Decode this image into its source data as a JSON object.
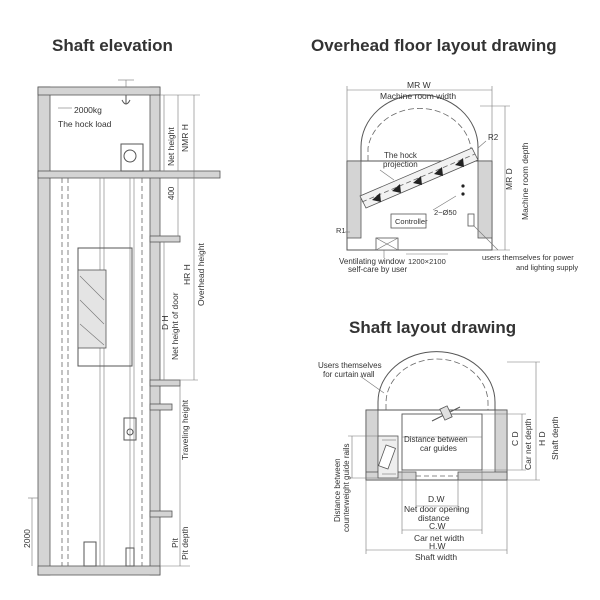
{
  "titles": {
    "elevation": "Shaft elevation",
    "overhead": "Overhead floor layout drawing",
    "shaft_layout": "Shaft layout drawing"
  },
  "elevation": {
    "hook_load_value": "2000kg",
    "hook_load_label": "The hock load",
    "net_height": "Net height",
    "nmr_h": "NMR H",
    "dim_400": "400",
    "hr_h": "HR H",
    "overhead_height": "Overhead height",
    "d_h": "D H",
    "net_height_of_door": "Net height of door",
    "traveling_height": "Traveling height",
    "pit": "Pit",
    "pit_depth": "Pit depth",
    "dim_2000": "2000"
  },
  "overhead": {
    "mr_w": "MR W",
    "machine_room_width": "Machine room width",
    "r2": "R2",
    "mr_d": "MR D",
    "machine_room_depth": "Machine room depth",
    "hook_projection_1": "The hock",
    "hook_projection_2": "projection",
    "hole_label": "2−Ø50",
    "controller": "Controller",
    "r1": "R1",
    "window_size": "1200×2100",
    "ventilating_1": "Ventilating window",
    "ventilating_2": "self-care by user",
    "users_power_1": "users themselves for power",
    "users_power_2": "and lighting supply"
  },
  "shaft_layout": {
    "curtain_wall_1": "Users themselves",
    "curtain_wall_2": "for curtain wall",
    "distance_car_guides_1": "Distance between",
    "distance_car_guides_2": "car guides",
    "counterweight_1": "Distance between",
    "counterweight_2": "counterweight guide rails",
    "c_d": "C D",
    "car_net_depth": "Car net depth",
    "h_d": "H D",
    "shaft_depth": "Shaft depth",
    "d_w": "D.W",
    "net_door_opening": "Net door opening",
    "distance": "distance",
    "c_w": "C.W",
    "car_net_width": "Car net width",
    "h_w": "H.W",
    "shaft_width": "Shaft width"
  }
}
